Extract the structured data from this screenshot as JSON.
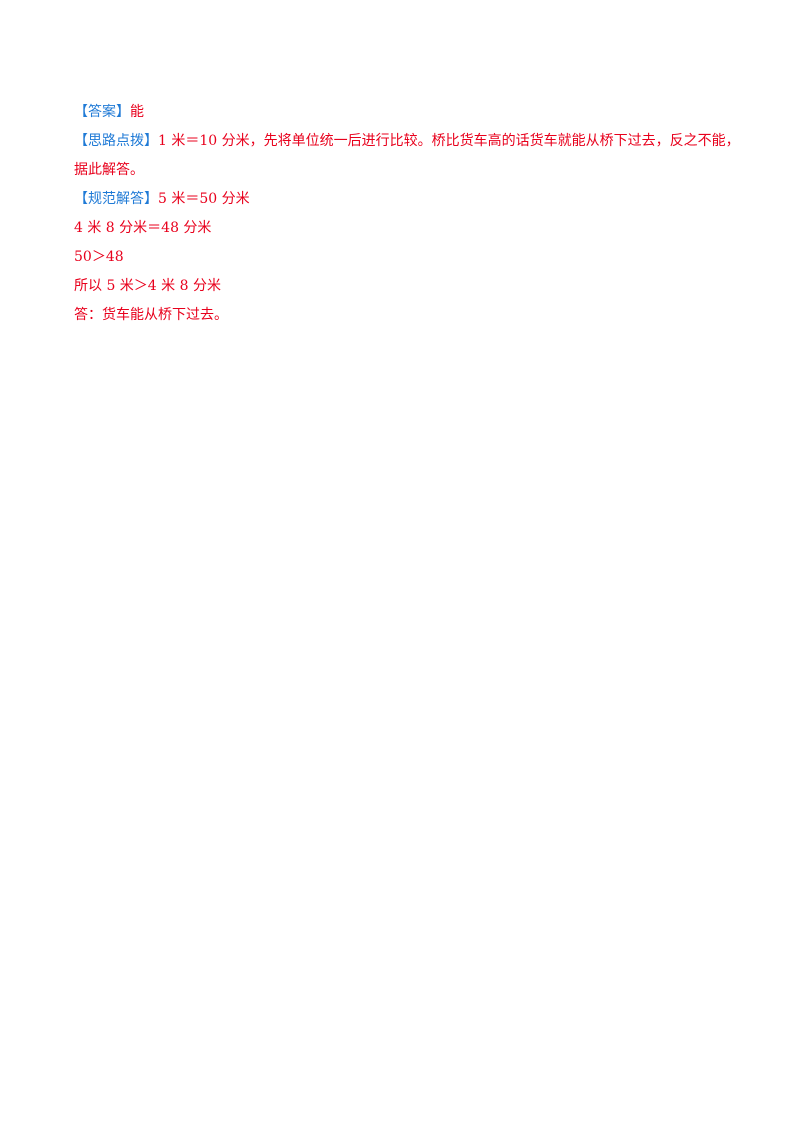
{
  "document": {
    "answer": {
      "tag": "【答案】",
      "text": "能"
    },
    "hint": {
      "tag": "【思路点拨】",
      "line1": "1 米＝10 分米，先将单位统一后进行比较。桥比货车高的话货车就能从桥下过去，反之不能，",
      "line2": "据此解答。"
    },
    "solution": {
      "tag": "【规范解答】",
      "line1": "5 米＝50 分米",
      "line2": "4 米 8 分米＝48 分米",
      "line3": "50＞48",
      "line4": "所以 5 米＞4 米 8 分米",
      "line5": "答：货车能从桥下过去。"
    },
    "colors": {
      "tag": "#1f7ad6",
      "body_text": "#e8001c",
      "background": "#ffffff"
    }
  }
}
